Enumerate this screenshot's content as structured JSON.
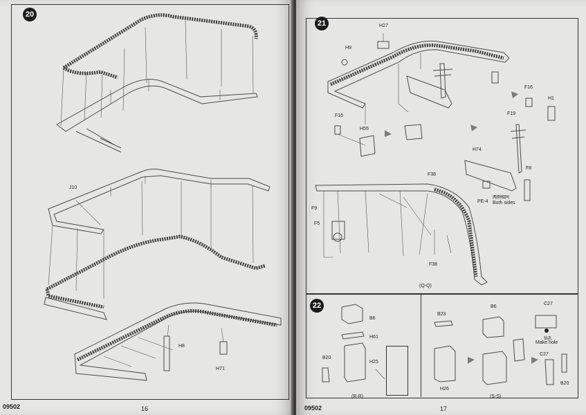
{
  "left_page": {
    "catalog_no": "09502",
    "page_no": "16",
    "step_20": {
      "number": "20",
      "labels": {
        "j10": "J10",
        "h8": "H8",
        "h71": "H71"
      }
    }
  },
  "right_page": {
    "catalog_no": "09502",
    "page_no": "17",
    "step_21": {
      "number": "21",
      "labels": {
        "h27": "H27",
        "h9": "H9",
        "f16_a": "F16",
        "h1": "H1",
        "f16_b": "F16",
        "h55": "H55",
        "f19": "F19",
        "h74": "H74",
        "f8": "F8",
        "pe4": "PE-4",
        "both_sides_cn": "两侧相同",
        "both_sides": "Both sides",
        "f38_top": "F38",
        "f9": "F9",
        "f5": "F5",
        "f38_bottom": "F38"
      },
      "view_caption": "(Q-Q)"
    },
    "step_22": {
      "number": "22",
      "labels": {
        "b6_a": "B6",
        "h61": "H61",
        "b20_a": "B20",
        "h25": "H25",
        "b23": "B23",
        "h26": "H26",
        "b6_b": "B6",
        "c27_a": "C27",
        "make_hole_cn": "钻孔",
        "make_hole": "Make hole",
        "c27_b": "C27",
        "b20_b": "B20"
      },
      "caption_rr": "(R-R)",
      "caption_ss": "(S-S)"
    }
  }
}
